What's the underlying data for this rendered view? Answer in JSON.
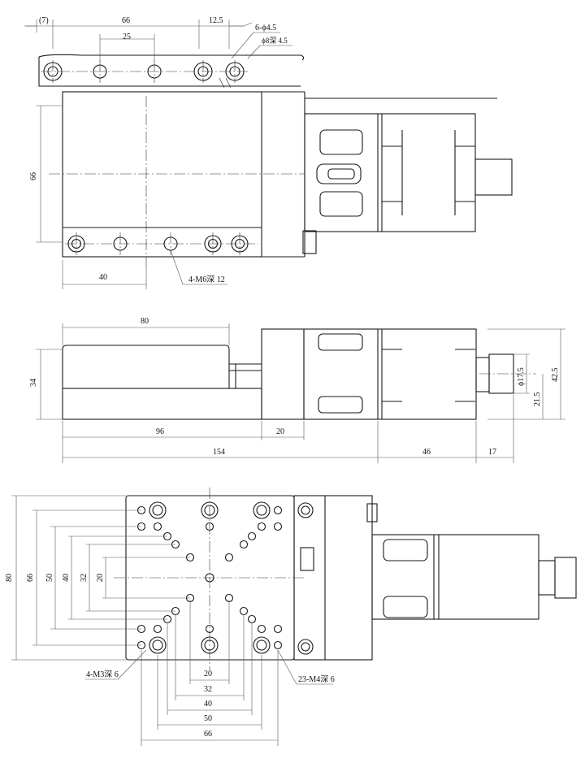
{
  "top_view": {
    "dims": {
      "d7": "(7)",
      "d66": "66",
      "d12_5": "12.5",
      "d25": "25",
      "d66_v": "66",
      "d40": "40"
    },
    "callouts": {
      "holes_a": "6-ϕ4.5",
      "holes_b": "ϕ8深 4.5",
      "tap": "4-M6深 12"
    }
  },
  "side_view": {
    "dims": {
      "d80": "80",
      "d34": "34",
      "d96": "96",
      "d20": "20",
      "d154": "154",
      "d46": "46",
      "d17": "17",
      "d42_5": "42.5",
      "d21_5": "21.5",
      "d17_5": "ϕ17.5"
    }
  },
  "bottom_view": {
    "dims": {
      "d80": "80",
      "d66": "66",
      "d50": "50",
      "d40": "40",
      "d32": "32",
      "d20": "20",
      "b20": "20",
      "b32": "32",
      "b40": "40",
      "b50": "50",
      "b66": "66"
    },
    "callouts": {
      "m3": "4-M3深 6",
      "m4": "23-M4深 6"
    }
  }
}
